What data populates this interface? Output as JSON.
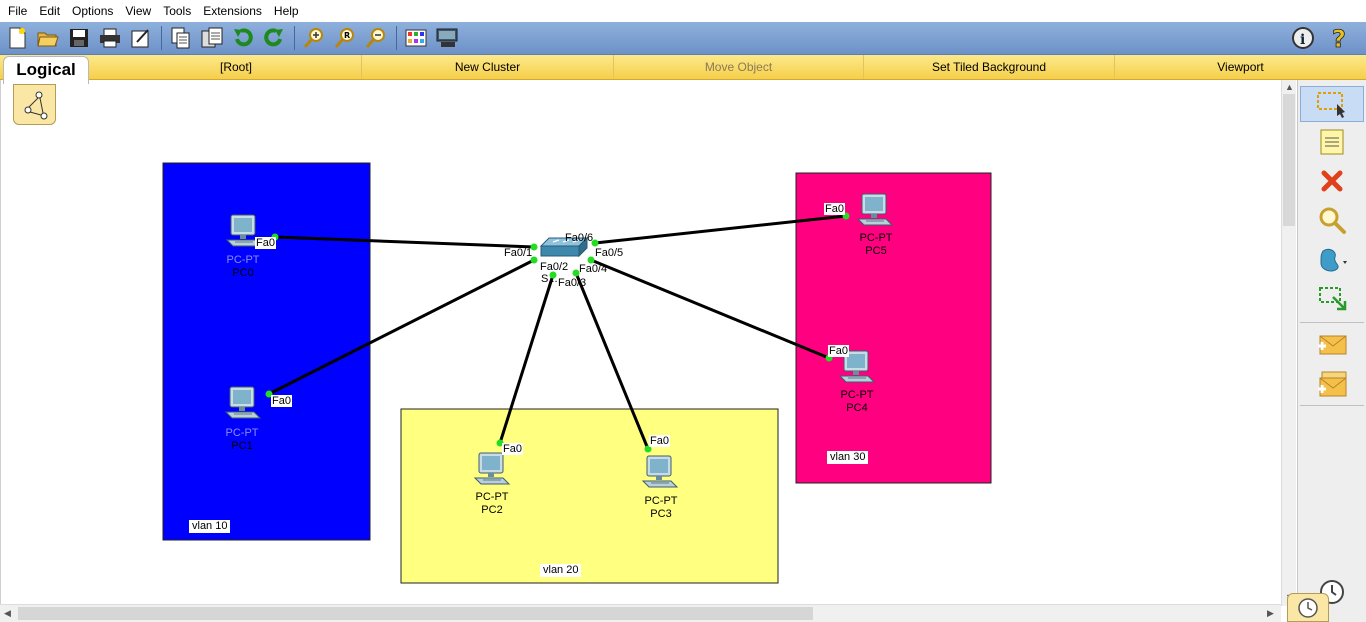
{
  "menu": [
    "File",
    "Edit",
    "Options",
    "View",
    "Tools",
    "Extensions",
    "Help"
  ],
  "toolbar": {
    "buttons": [
      "new-icon",
      "open-icon",
      "save-icon",
      "print-icon",
      "activity-wizard-icon",
      "copy-icon",
      "paste-icon",
      "undo-icon",
      "redo-icon",
      "zoom-in-icon",
      "zoom-reset-icon",
      "zoom-out-icon",
      "palette-icon",
      "custom-device-icon"
    ],
    "right": [
      "info-icon",
      "help-icon"
    ]
  },
  "logical_bar": {
    "tab": "Logical",
    "root": "[Root]",
    "new_cluster": "New Cluster",
    "move_object": "Move Object",
    "set_tiled_background": "Set Tiled Background",
    "viewport": "Viewport"
  },
  "vlans": {
    "v10": {
      "label": "vlan 10",
      "color": "#0000ff"
    },
    "v20": {
      "label": "vlan 20",
      "color": "#ffff80"
    },
    "v30": {
      "label": "vlan 30",
      "color": "#ff0080"
    }
  },
  "devices": {
    "pc0": {
      "type": "PC-PT",
      "name": "PC0",
      "port": "Fa0"
    },
    "pc1": {
      "type": "PC-PT",
      "name": "PC1",
      "port": "Fa0"
    },
    "pc2": {
      "type": "PC-PT",
      "name": "PC2",
      "port": "Fa0"
    },
    "pc3": {
      "type": "PC-PT",
      "name": "PC3",
      "port": "Fa0"
    },
    "pc4": {
      "type": "PC-PT",
      "name": "PC4",
      "port": "Fa0"
    },
    "pc5": {
      "type": "PC-PT",
      "name": "PC5",
      "port": "Fa0"
    },
    "switch": {
      "name": "S...",
      "ports": [
        "Fa0/1",
        "Fa0/2",
        "Fa0/3",
        "Fa0/4",
        "Fa0/5",
        "Fa0/6"
      ]
    }
  },
  "colors": {
    "link": "#000000",
    "link_up": "#22dd22",
    "toolbar": "#7c9fd2",
    "logical_bar": "#f8d95d"
  },
  "palette": [
    "select-icon",
    "note-icon",
    "delete-icon",
    "inspect-icon",
    "draw-shape-icon",
    "resize-icon",
    "simple-pdu-icon",
    "complex-pdu-icon"
  ]
}
